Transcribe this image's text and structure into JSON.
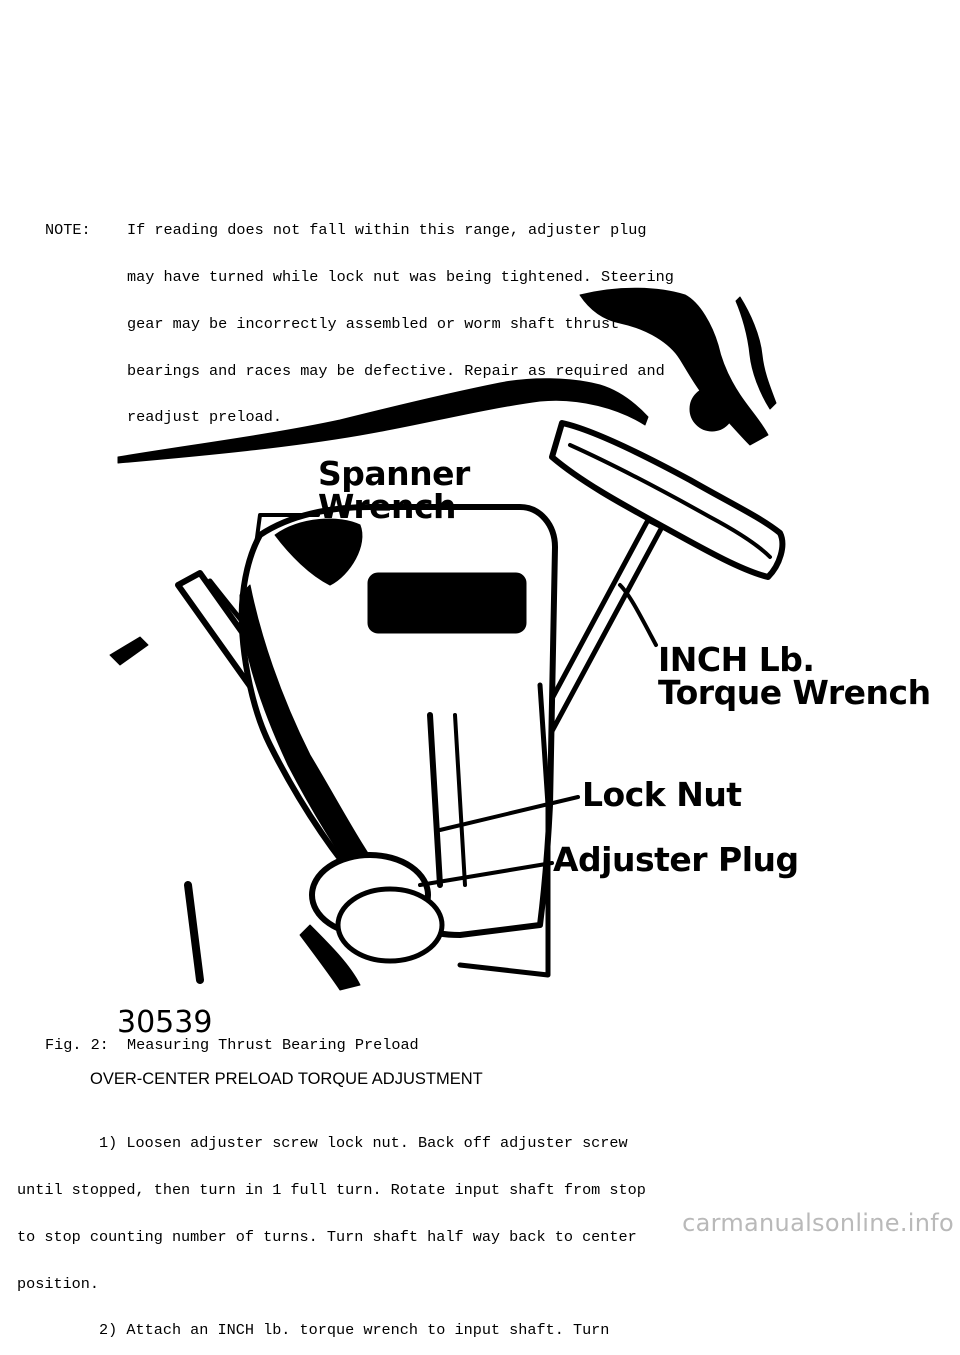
{
  "note": {
    "label": "NOTE:",
    "lines": [
      "NOTE:    If reading does not fall within this range, adjuster plug",
      "         may have turned while lock nut was being tightened. Steering",
      "         gear may be incorrectly assembled or worm shaft thrust",
      "         bearings and races may be defective. Repair as required and",
      "         readjust preload."
    ]
  },
  "figure": {
    "callouts": {
      "spanner": [
        "Spanner",
        "Wrench"
      ],
      "inch": [
        "INCH Lb.",
        "Torque Wrench"
      ],
      "lock_nut": "Lock Nut",
      "adjuster_plug": "Adjuster Plug"
    },
    "number": "30539",
    "caption": "Fig. 2:  Measuring Thrust Bearing Preload"
  },
  "section": {
    "heading": "OVER-CENTER PRELOAD TORQUE ADJUSTMENT",
    "lines": [
      "         1) Loosen adjuster screw lock nut. Back off adjuster screw",
      "until stopped, then turn in 1 full turn. Rotate input shaft from stop",
      "to stop counting number of turns. Turn shaft half way back to center",
      "position.",
      "         2) Attach an INCH lb. torque wrench to input shaft. Turn"
    ]
  },
  "watermark": "carmanualsonline.info"
}
